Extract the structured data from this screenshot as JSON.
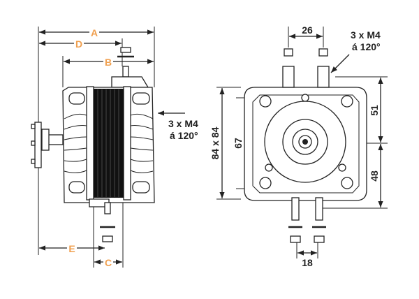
{
  "side_view": {
    "dimension_labels": {
      "a": "A",
      "b": "B",
      "c": "C",
      "d": "D",
      "e": "E"
    },
    "mounting_note": {
      "line1": "3 x M4",
      "line2": "á 120°"
    }
  },
  "front_view": {
    "dimensions": {
      "top_spacing": "26",
      "bottom_spacing": "18",
      "upper_height": "51",
      "lower_height": "48",
      "inner_height": "67",
      "frame_size": "84 x 84"
    },
    "mounting_note": {
      "line1": "3 x M4",
      "line2": "á 120°"
    }
  },
  "colors": {
    "dimension_label": "#f0a050",
    "line": "#222222",
    "stator": "#111111"
  }
}
